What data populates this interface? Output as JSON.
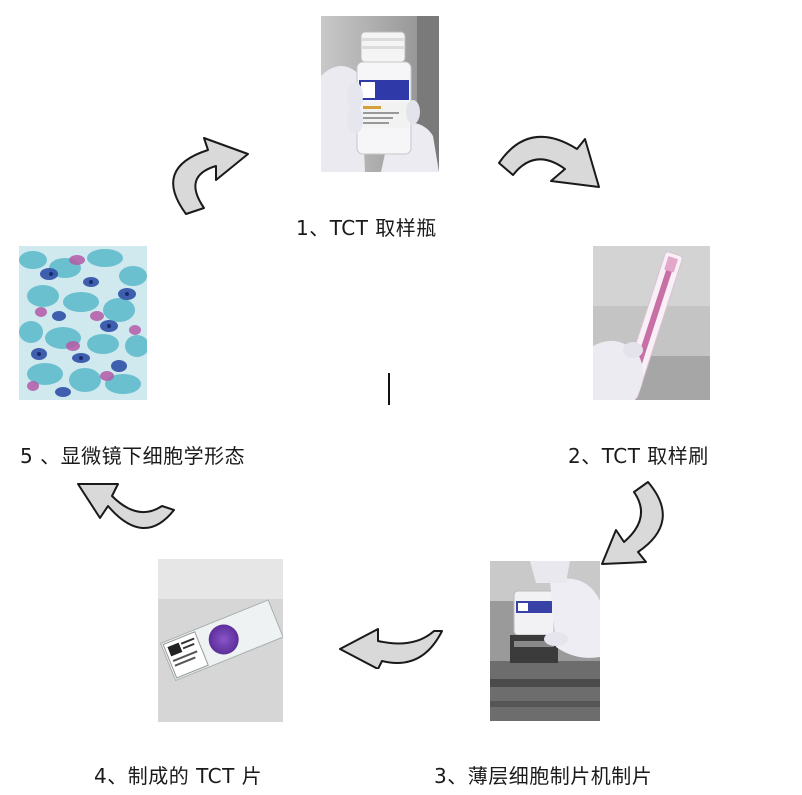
{
  "steps": [
    {
      "label": "1、TCT 取样瓶"
    },
    {
      "label": "2、TCT 取样刷"
    },
    {
      "label": "3、薄层细胞制片机制片"
    },
    {
      "label": "4、制成的 TCT 片"
    },
    {
      "label": "5 、显微镜下细胞学形态"
    }
  ],
  "colors": {
    "arrow_fill": "#d9d9d9",
    "arrow_stroke": "#1a1a1a",
    "label_text": "#1a1a1a"
  }
}
